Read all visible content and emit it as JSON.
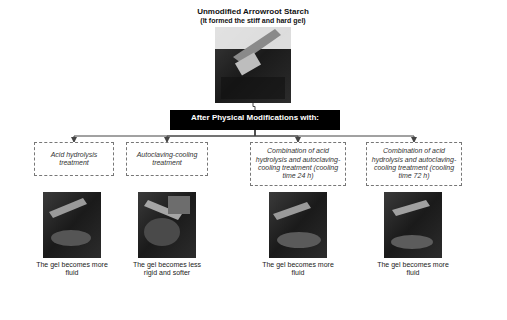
{
  "diagram": {
    "nodes": [
      {
        "text": [
          "Unmodified Arrowroot Starch",
          "(It formed the stiff and hard gel)"
        ]
      },
      {
        "text": [
          "After Physical Modifications with:"
        ]
      },
      {
        "text": [
          "Acid hydrolysis treatment"
        ]
      },
      {
        "text": [
          "Autoclaving-cooling treatment"
        ]
      },
      {
        "text": [
          "Combination of acid hydrolysis and autoclaving-cooling treatment (cooling time 24 h)"
        ]
      },
      {
        "text": [
          "Combination of acid hydrolysis and autoclaving-cooling treatment (cooling time 72 h)"
        ]
      },
      {
        "text": [
          "The gel becomes more fluid"
        ]
      },
      {
        "text": [
          "The gel becomes less rigid and softer"
        ]
      },
      {
        "text": [
          "The gel becomes more fluid"
        ]
      },
      {
        "text": [
          "The gel becomes more fluid"
        ]
      }
    ],
    "edges": [
      {
        "from": 0,
        "to": 1,
        "arrow": "none"
      },
      {
        "from": 1,
        "to": 2,
        "arrow": "to"
      },
      {
        "from": 1,
        "to": 3,
        "arrow": "to"
      },
      {
        "from": 1,
        "to": 4,
        "arrow": "to"
      },
      {
        "from": 1,
        "to": 5,
        "arrow": "to"
      }
    ]
  }
}
